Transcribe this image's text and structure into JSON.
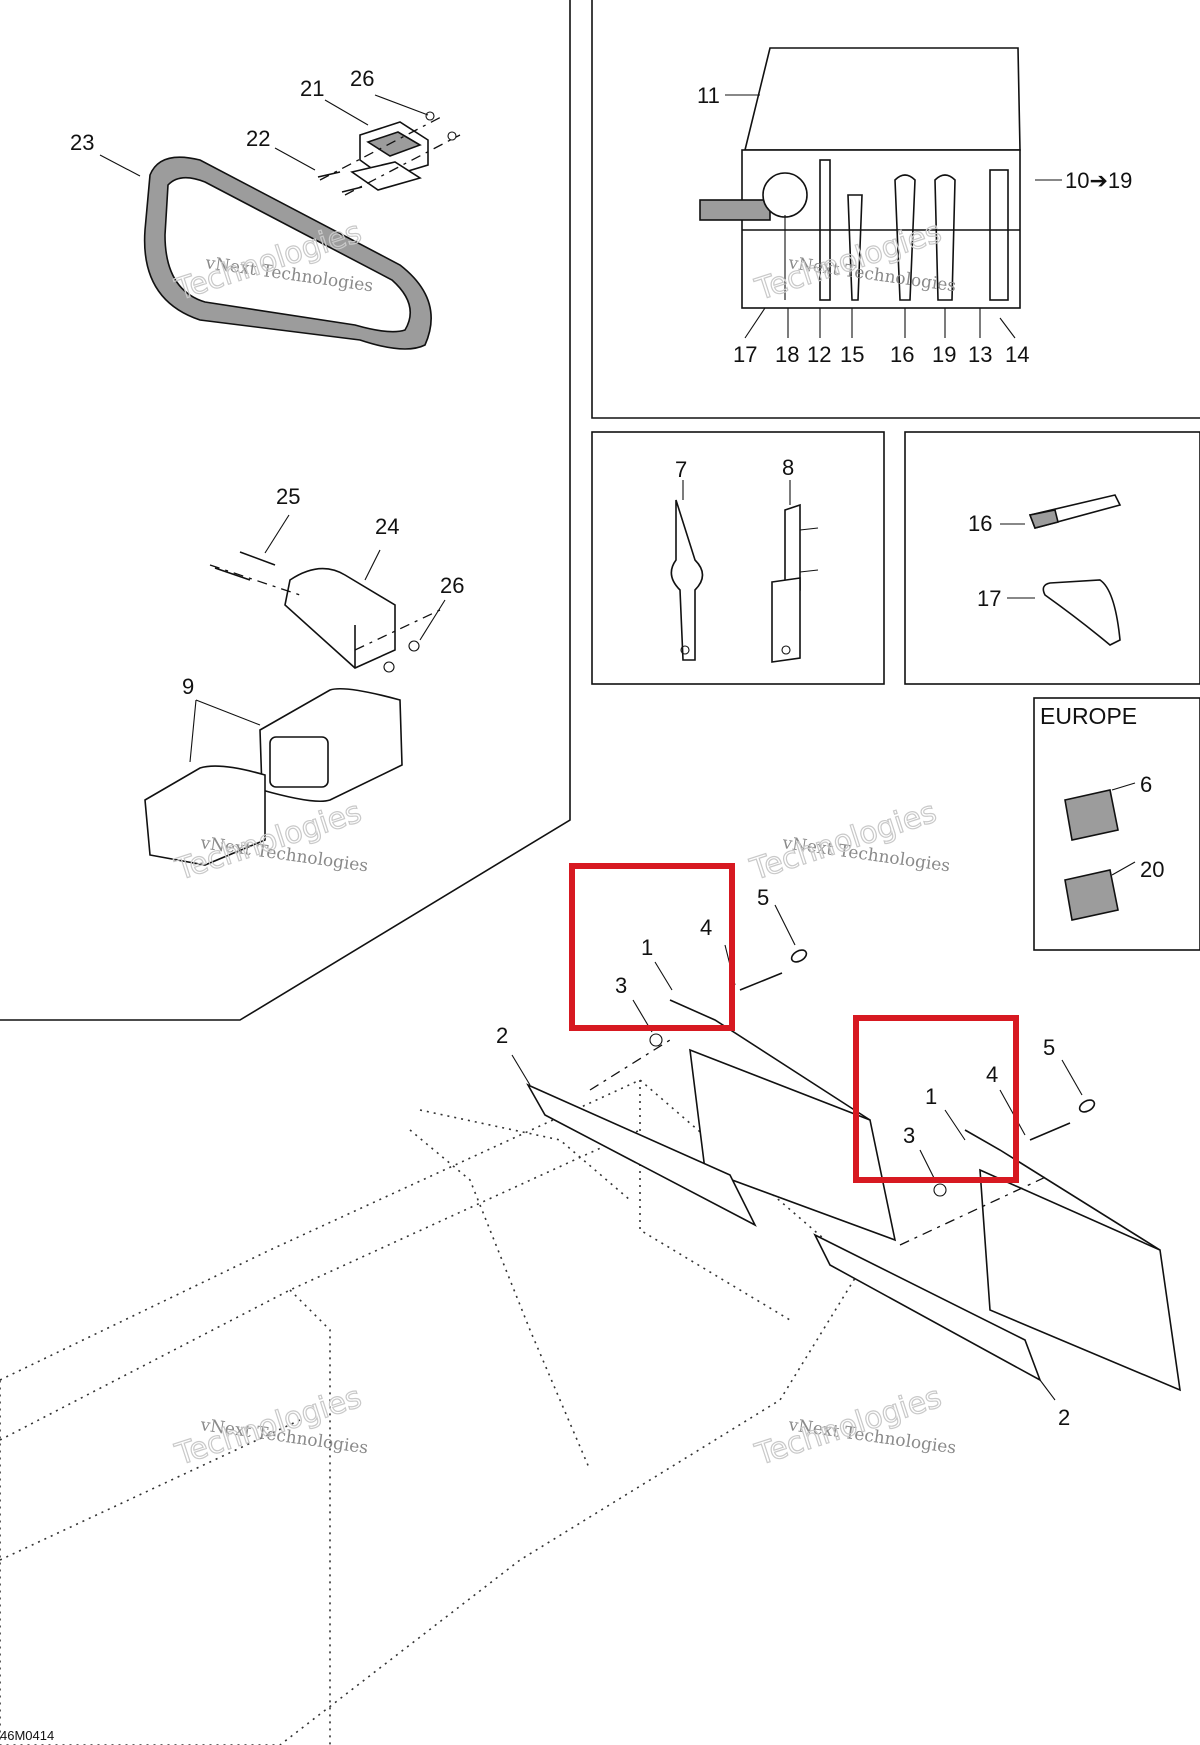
{
  "diagram": {
    "region_label": "EUROPE",
    "drawing_code": "46M0414",
    "watermark_line1": "vNext Technologies",
    "watermark_line2": "Technologies",
    "highlight_color": "#d71921",
    "callouts": {
      "c1a": "1",
      "c1b": "1",
      "c2a": "2",
      "c2b": "2",
      "c3a": "3",
      "c3b": "3",
      "c4a": "4",
      "c4b": "4",
      "c5a": "5",
      "c5b": "5",
      "c6": "6",
      "c7": "7",
      "c8": "8",
      "c9": "9",
      "c10_19": "10➔19",
      "c11": "11",
      "c12": "12",
      "c13": "13",
      "c14": "14",
      "c15": "15",
      "c16a": "16",
      "c16b": "16",
      "c17a": "17",
      "c17b": "17",
      "c18": "18",
      "c19": "19",
      "c20": "20",
      "c21": "21",
      "c22": "22",
      "c23": "23",
      "c24": "24",
      "c25": "25",
      "c26a": "26",
      "c26b": "26"
    }
  }
}
